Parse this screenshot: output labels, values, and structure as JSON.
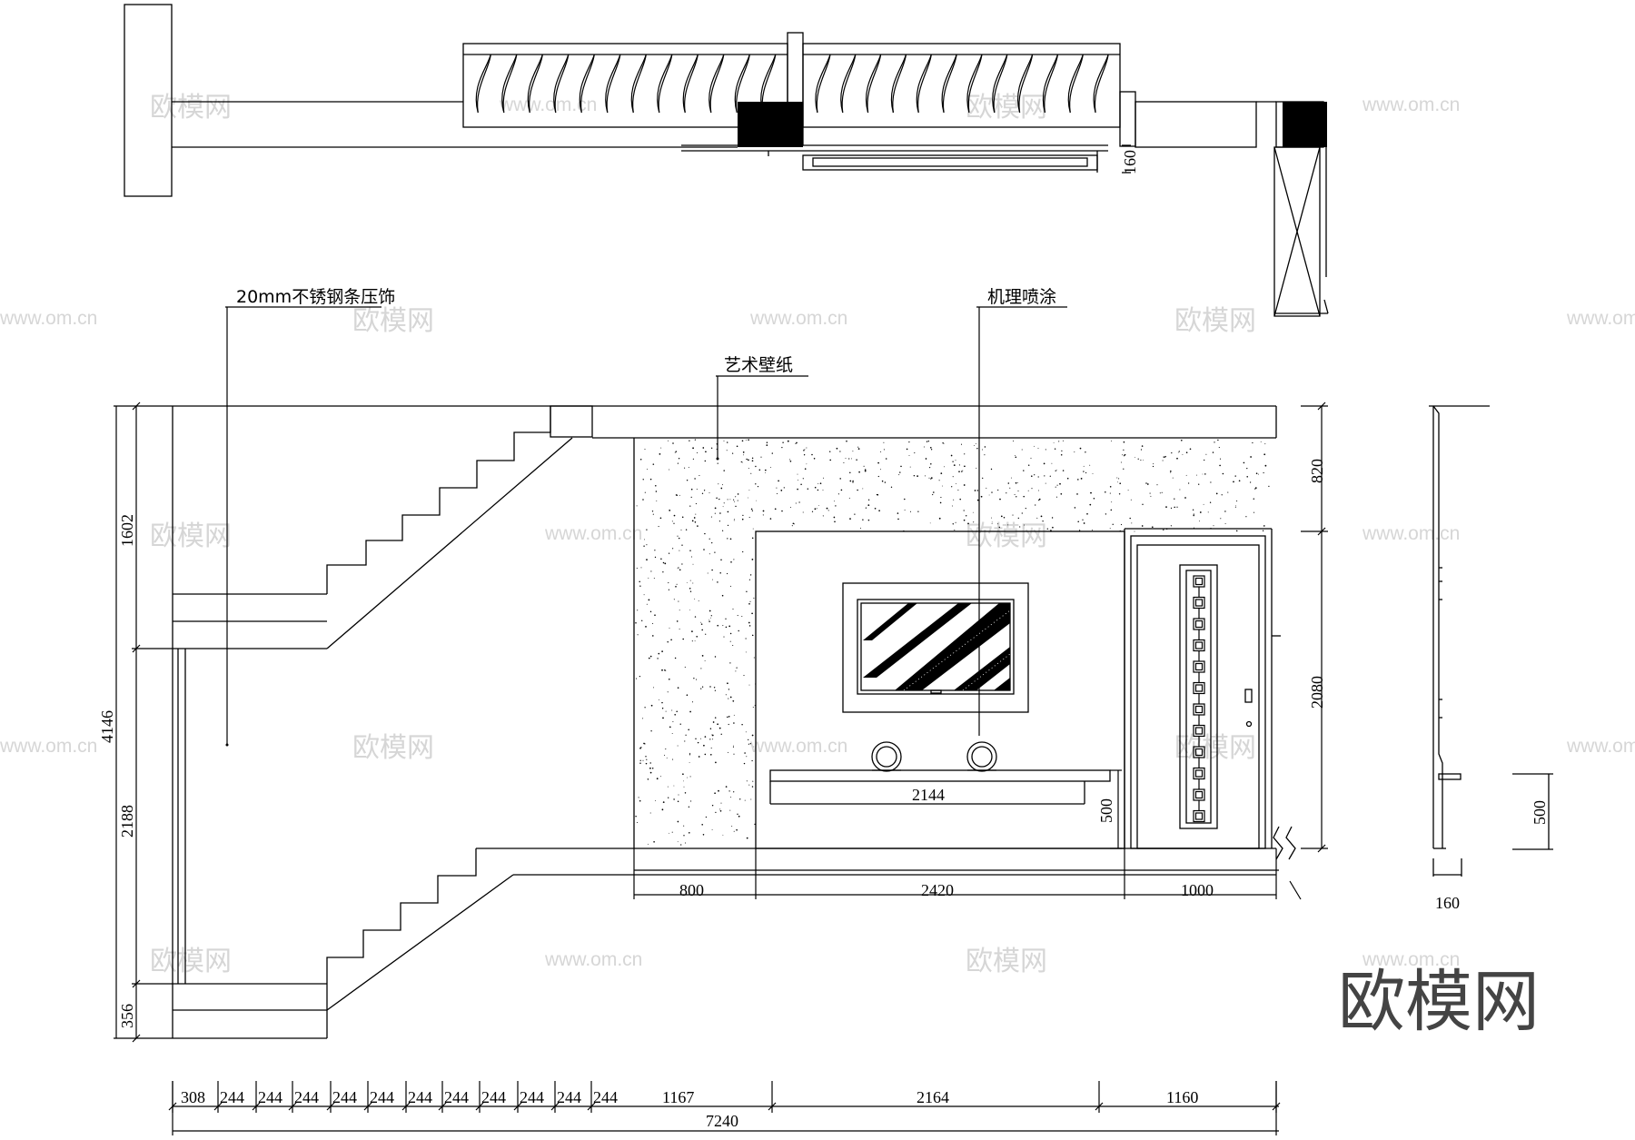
{
  "annotations": {
    "stainless_strip": "20mm不锈钢条压饰",
    "texture_spray": "机理喷涂",
    "art_wallpaper": "艺术壁纸"
  },
  "dimensions": {
    "plan_depth": "160",
    "height_total": "4146",
    "height_upper": "1602",
    "height_middle": "2188",
    "height_base": "356",
    "right_top": "820",
    "right_door": "2080",
    "shelf_height": "500",
    "shelf_width": "2144",
    "side_shelf_height": "500",
    "side_depth": "160",
    "wall_seg_1": "800",
    "wall_seg_2": "2420",
    "wall_seg_3": "1000",
    "bottom_first": "308",
    "bottom_steps": [
      "244",
      "244",
      "244",
      "244",
      "244",
      "244",
      "244",
      "244",
      "244",
      "244",
      "244"
    ],
    "bottom_mid_1": "1167",
    "bottom_mid_2": "2164",
    "bottom_last": "1160",
    "bottom_total": "7240"
  },
  "watermark": {
    "brand": "欧模网",
    "url": "www.om.cn"
  }
}
